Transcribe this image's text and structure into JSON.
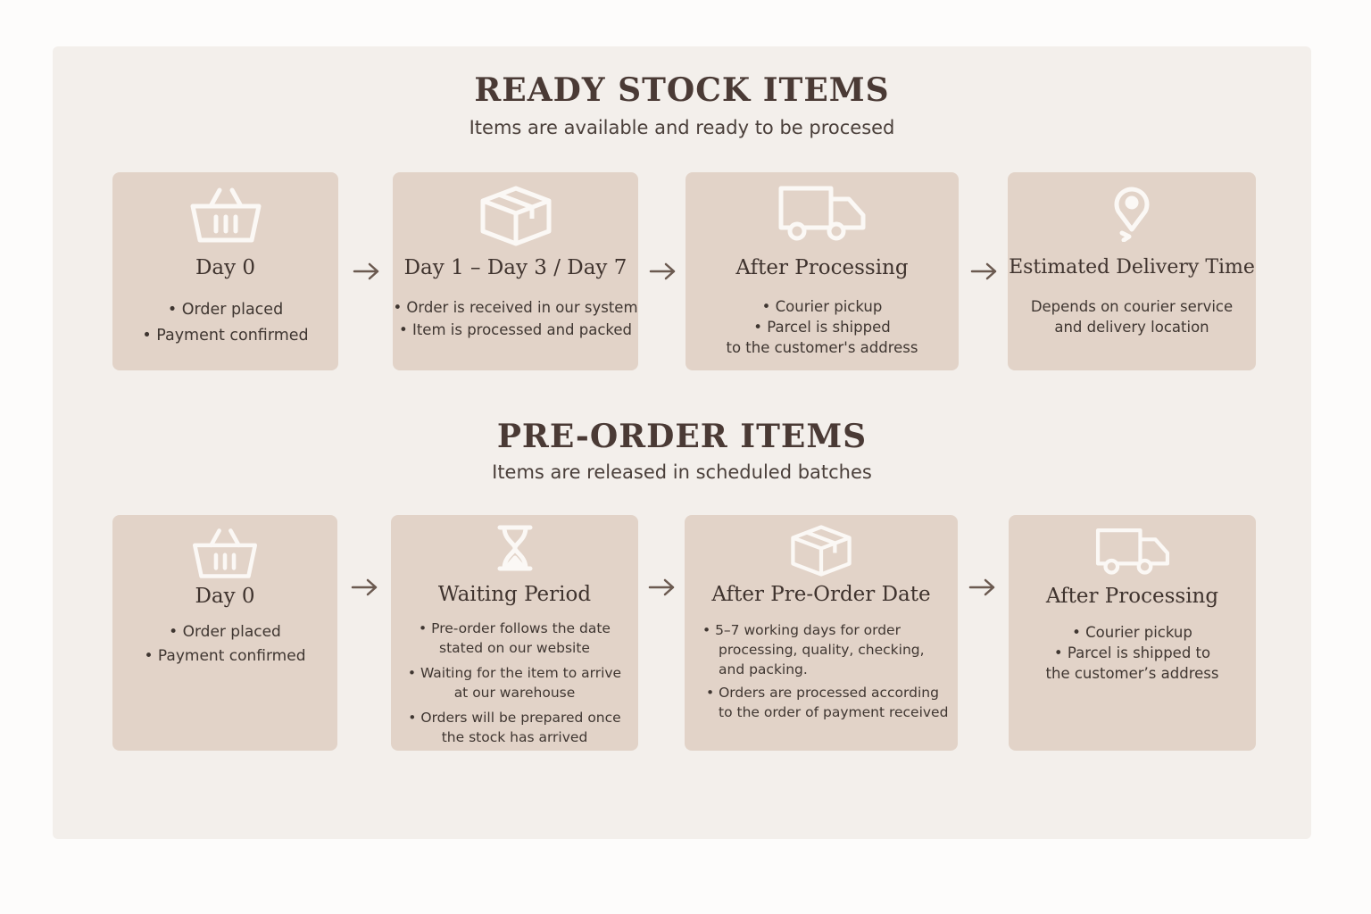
{
  "ready": {
    "title": "READY STOCK ITEMS",
    "subtitle": "Items are available and ready to be procesed",
    "steps": [
      {
        "icon": "basket-icon",
        "title": "Day 0",
        "lines": [
          "• Order placed",
          "• Payment confirmed"
        ]
      },
      {
        "icon": "box-icon",
        "title": "Day 1 – Day 3 / Day 7",
        "lines": [
          "• Order is received in our system",
          "• Item is processed and packed"
        ]
      },
      {
        "icon": "truck-icon",
        "title": "After Processing",
        "lines": [
          "• Courier pickup",
          "• Parcel is shipped",
          "to the customer's address"
        ]
      },
      {
        "icon": "location-pin-icon",
        "title": "Estimated Delivery Time",
        "lines": [
          "Depends on courier service",
          "and delivery location"
        ]
      }
    ]
  },
  "preorder": {
    "title": "PRE-ORDER ITEMS",
    "subtitle": "Items are released in scheduled batches",
    "steps": [
      {
        "icon": "basket-icon",
        "title": "Day 0",
        "lines": [
          "• Order placed",
          "• Payment confirmed"
        ]
      },
      {
        "icon": "hourglass-icon",
        "title": "Waiting Period",
        "lines": [
          "• Pre-order follows the date",
          "stated on our website",
          "• Waiting for the item to arrive",
          "at our warehouse",
          "• Orders will be prepared once",
          "the stock has arrived"
        ]
      },
      {
        "icon": "box-icon",
        "title": "After Pre-Order Date",
        "lines": [
          "• 5–7 working days for   order",
          "processing, quality,  checking,",
          "and packing.",
          "• Orders are processed according",
          "to the order of payment received"
        ]
      },
      {
        "icon": "truck-icon",
        "title": "After Processing",
        "lines": [
          "• Courier pickup",
          "•  Parcel is shipped to",
          "the customer’s address"
        ]
      }
    ]
  },
  "colors": {
    "card": "#e2d3c8",
    "panel": "#f3efeb",
    "icon": "#fbf8f5",
    "arrow": "#6b5a50"
  }
}
